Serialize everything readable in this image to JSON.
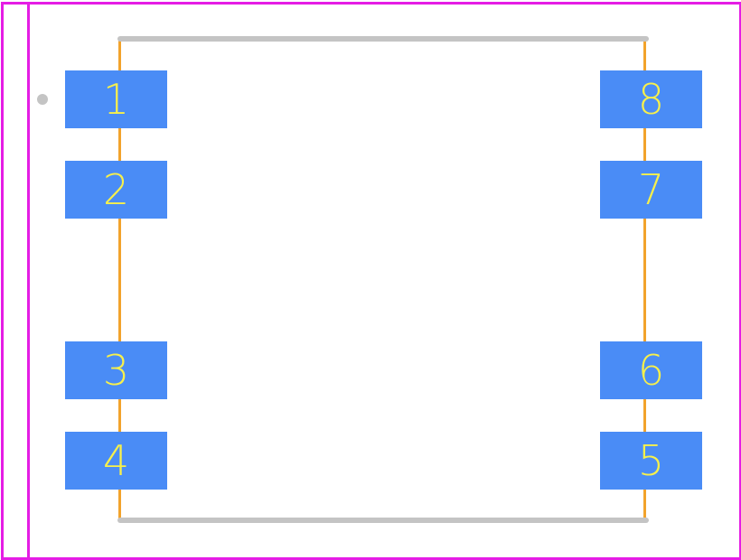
{
  "footprint": {
    "colors": {
      "courtyard": "#e51de5",
      "silkscreen": "#c4c4c4",
      "fabrication": "#f2a32c",
      "pad_fill": "#4a8cf6",
      "pad_label": "#f7f04b"
    },
    "pin1_marker_icon": "pin1-dot-icon",
    "pads": [
      {
        "label": "1"
      },
      {
        "label": "2"
      },
      {
        "label": "3"
      },
      {
        "label": "4"
      },
      {
        "label": "5"
      },
      {
        "label": "6"
      },
      {
        "label": "7"
      },
      {
        "label": "8"
      }
    ]
  }
}
